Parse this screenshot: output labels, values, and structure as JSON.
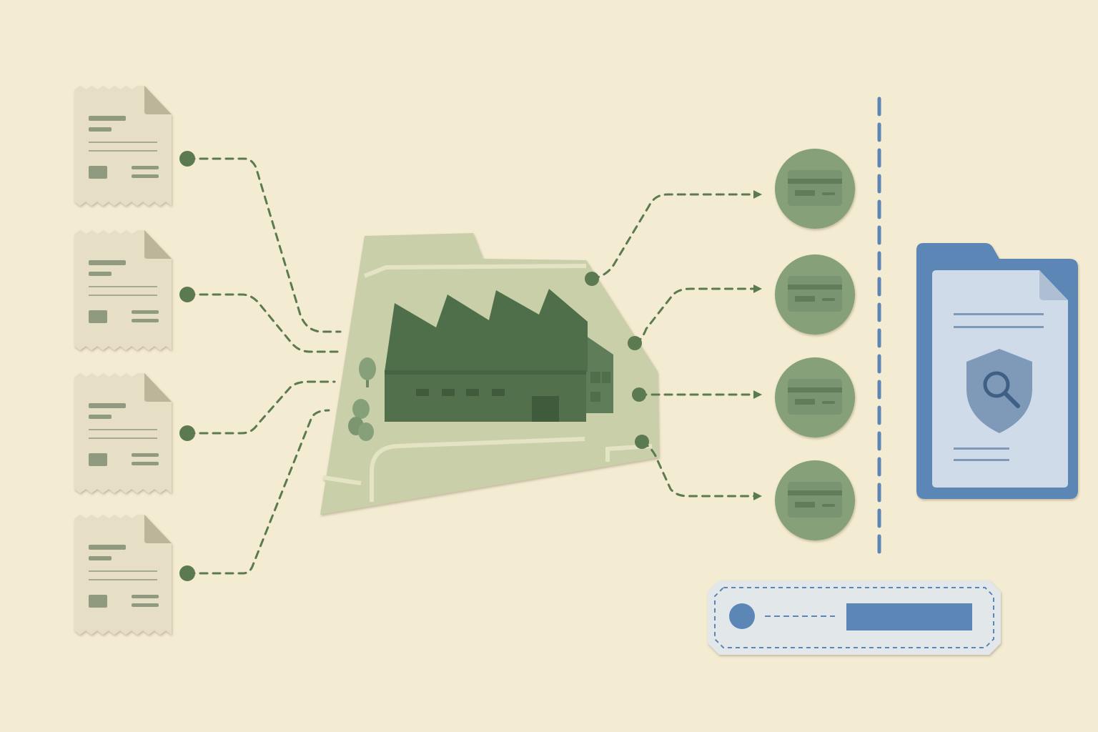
{
  "diagram": {
    "sources": {
      "kind": "receipt-document",
      "count": 4
    },
    "hub": {
      "kind": "factory-on-site-plan"
    },
    "outputs": {
      "kind": "credit-card",
      "count": 4
    },
    "separator": {
      "style": "dashed-vertical"
    },
    "audit": {
      "kind": "folder-with-shield-magnifier"
    },
    "status_bar": {
      "kind": "toggle-with-progress"
    }
  },
  "colors": {
    "background": "#f4ebd3",
    "paper": "#e6dfc6",
    "paper_ink": "#8f9a7e",
    "green_dark": "#4f6e4a",
    "green_mid": "#86a07a",
    "green_light": "#c9cfa9",
    "connector": "#5b7a52",
    "blue": "#5b86b5",
    "blue_light": "#cfdbe8",
    "blue_pale": "#e2e8ea"
  },
  "icons": {
    "receipt": "receipt-icon",
    "factory": "factory-icon",
    "card": "credit-card-icon",
    "folder": "folder-icon",
    "shield": "shield-search-icon"
  }
}
